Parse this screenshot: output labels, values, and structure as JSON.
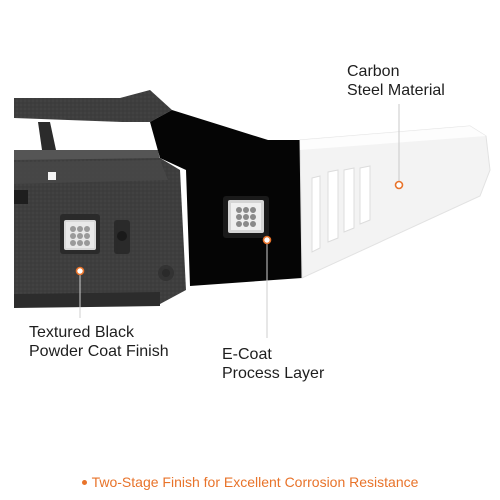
{
  "callouts": {
    "carbon_steel": {
      "line1": "Carbon",
      "line2": "Steel Material"
    },
    "textured_black": {
      "line1": "Textured Black",
      "line2": "Powder Coat Finish"
    },
    "e_coat": {
      "line1": "E-Coat",
      "line2": "Process Layer"
    }
  },
  "footer": {
    "text": "Two-Stage Finish for Excellent Corrosion Resistance"
  },
  "colors": {
    "accent": "#e8732a",
    "powder_coat": "#3d3d3d",
    "e_coat_black": "#050505",
    "raw_steel": "#f2f2f2"
  },
  "icons": [
    "led-pod-light-icon",
    "callout-dot-icon"
  ]
}
